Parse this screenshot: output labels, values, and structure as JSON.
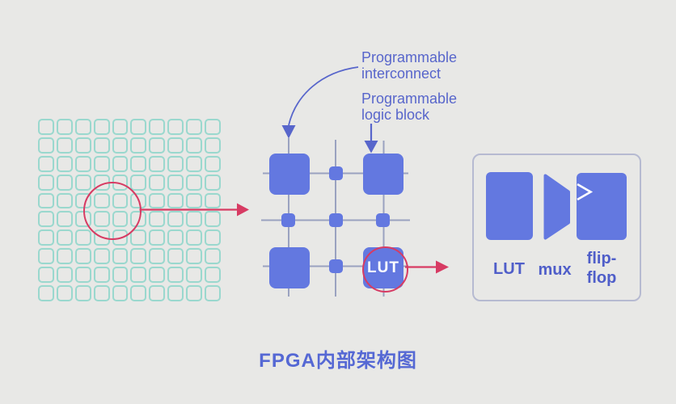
{
  "title": "FPGA内部架构图",
  "annotations": {
    "interconnect_label": "Programmable\ninterconnect",
    "logic_block_label": "Programmable\nlogic block"
  },
  "lut_block": {
    "label": "LUT"
  },
  "die_grid": {
    "rows": 10,
    "cols": 10
  },
  "detail_panel": {
    "lut_label": "LUT",
    "mux_label": "mux",
    "flipflop_label": "flip-\nflop"
  },
  "colors": {
    "background": "#e8e8e6",
    "block_blue": "#6378e0",
    "label_blue": "#5866cb",
    "title_blue": "#5568d4",
    "line_gray": "#9aa2c0",
    "accent_red": "#d73b63",
    "grid_teal": "#9ad8ce",
    "panel_border": "#b6bad1"
  }
}
